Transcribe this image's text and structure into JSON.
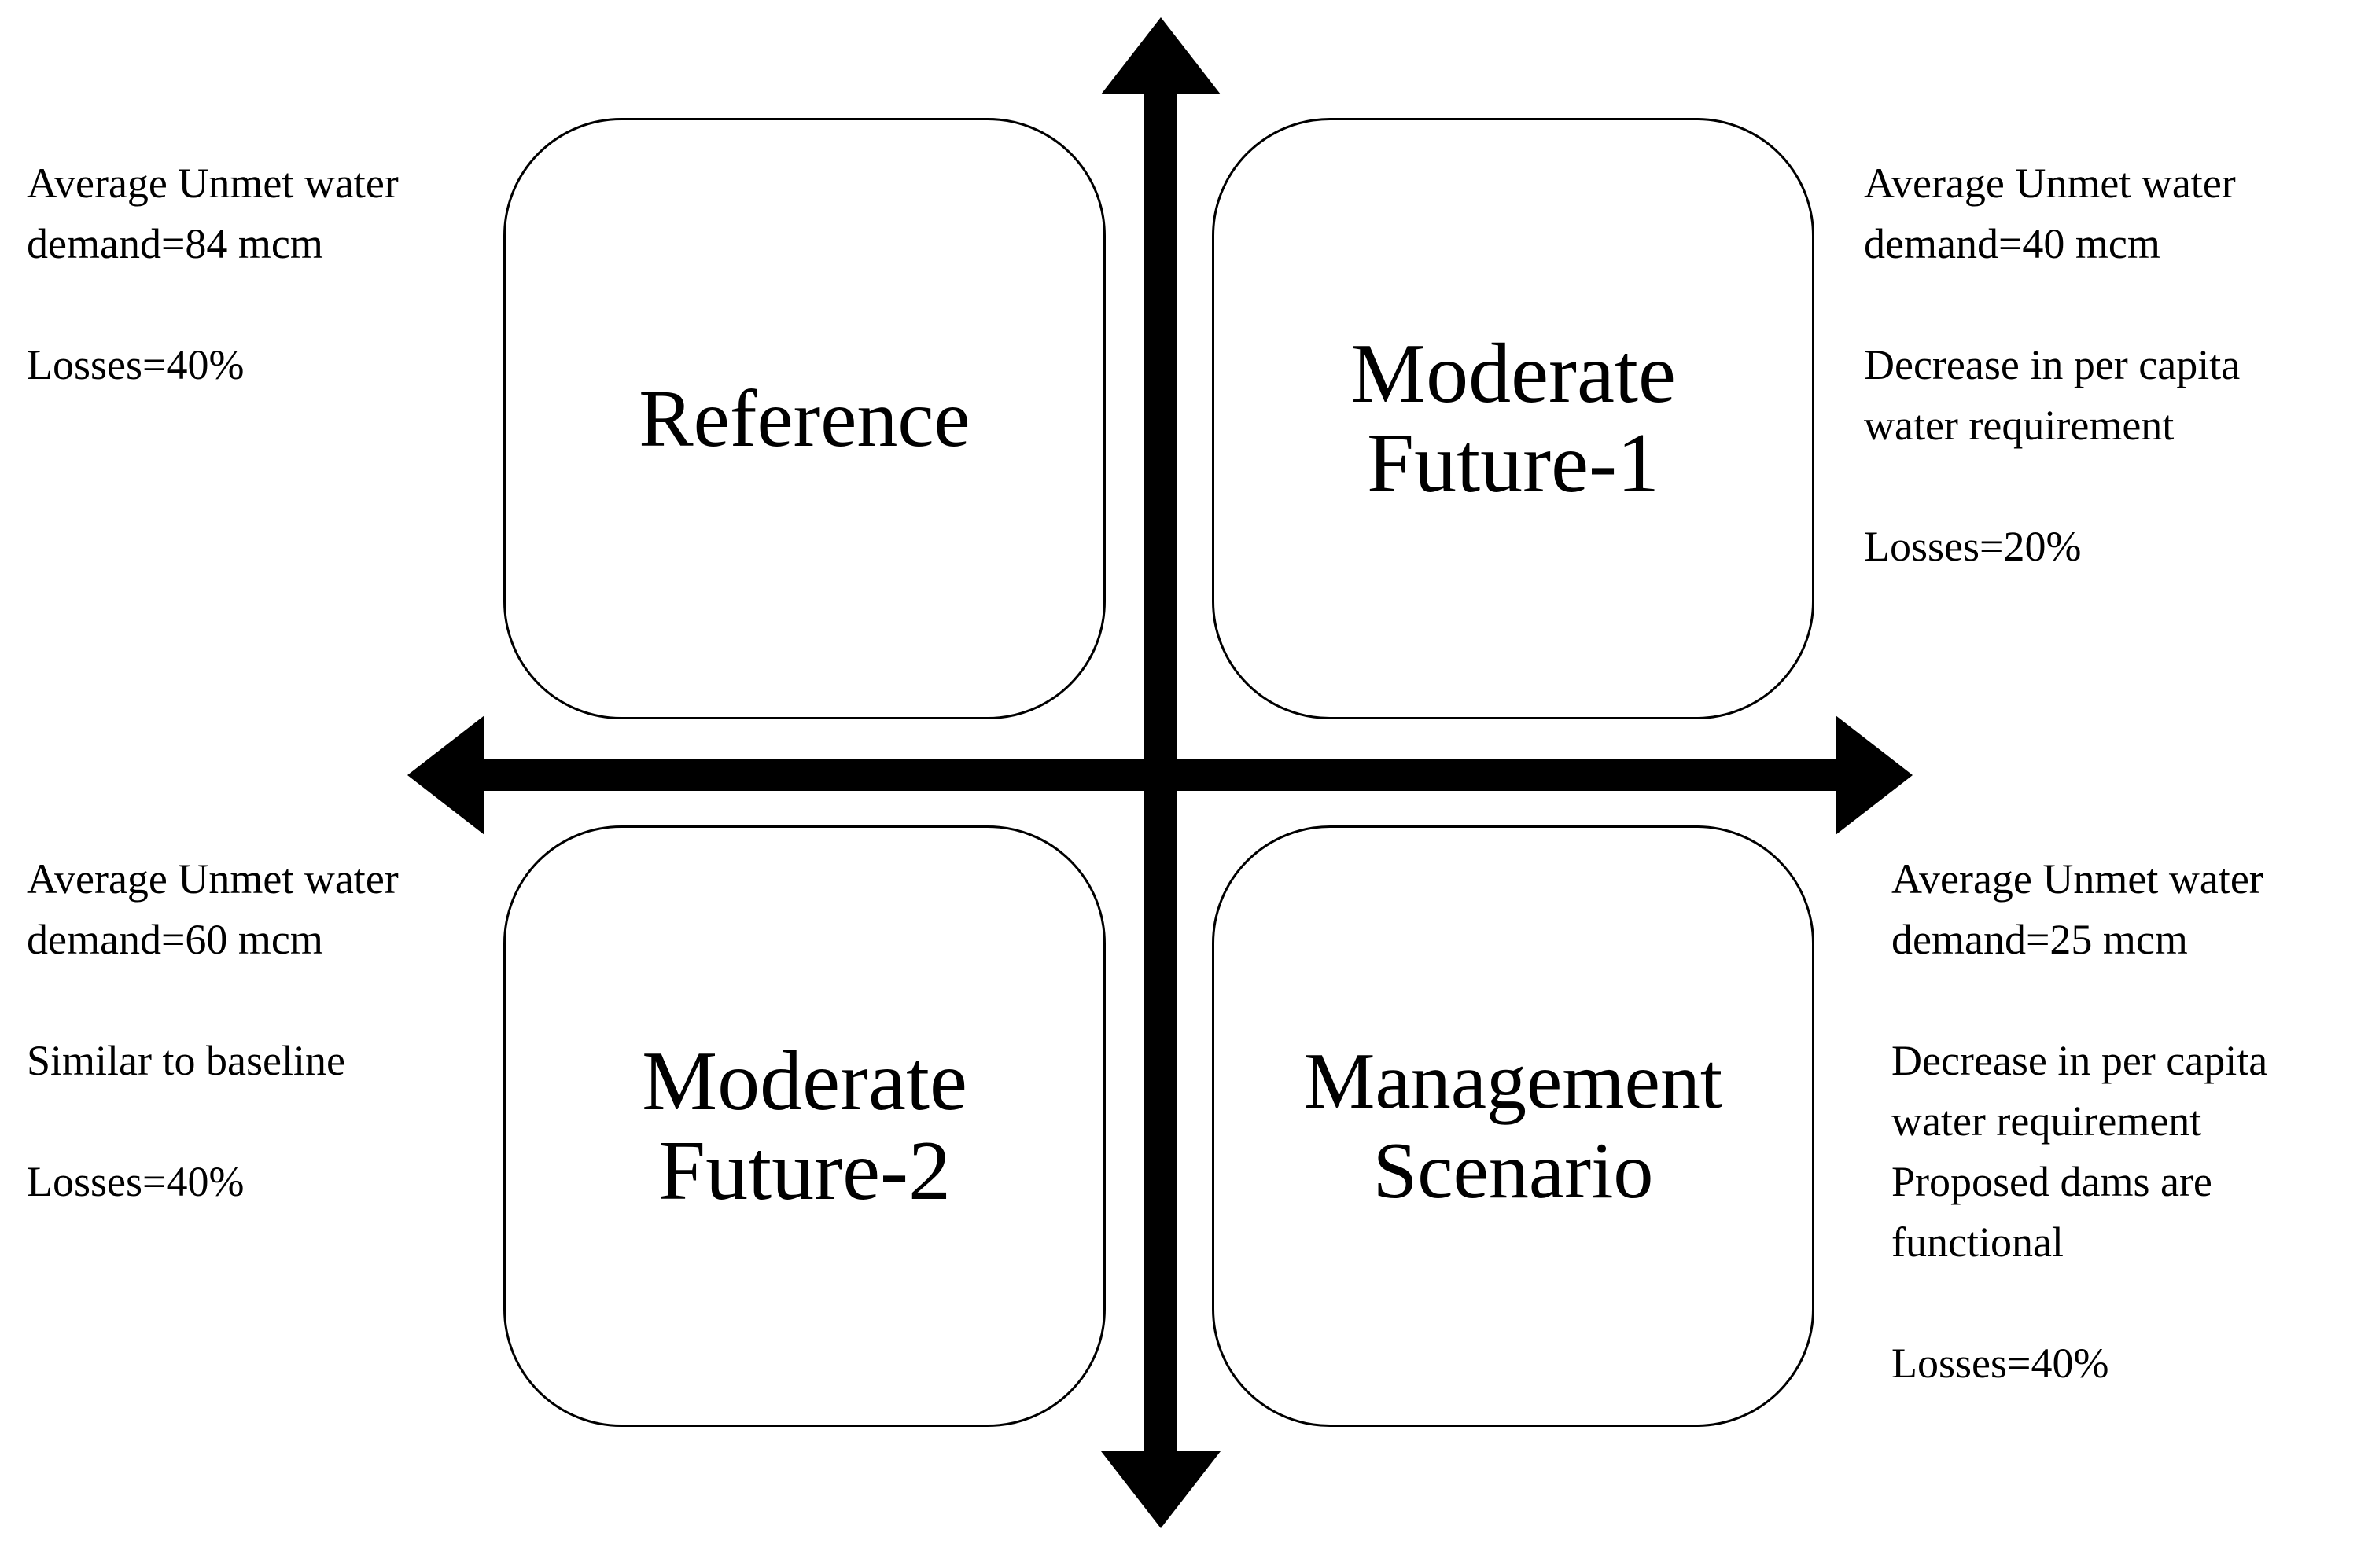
{
  "colors": {
    "stroke": "#000000",
    "background": "#ffffff"
  },
  "quadrants": {
    "top_left": {
      "title_lines": [
        "Reference"
      ],
      "notes": [
        "Average Unmet water",
        "demand=84 mcm",
        "",
        "Losses=40%"
      ]
    },
    "top_right": {
      "title_lines": [
        "Moderate",
        "Future-1"
      ],
      "notes": [
        "Average Unmet water",
        "demand=40 mcm",
        "",
        "Decrease in per capita",
        "water requirement",
        "",
        "Losses=20%"
      ]
    },
    "bottom_left": {
      "title_lines": [
        "Moderate",
        "Future-2"
      ],
      "notes": [
        "Average Unmet water",
        "demand=60 mcm",
        "",
        "Similar to baseline",
        "",
        "Losses=40%"
      ]
    },
    "bottom_right": {
      "title_lines": [
        "Management",
        "Scenario"
      ],
      "notes": [
        "Average Unmet water",
        "demand=25 mcm",
        "",
        "Decrease in per capita",
        "water requirement",
        "Proposed dams are",
        "functional",
        "",
        "Losses=40%"
      ]
    }
  }
}
